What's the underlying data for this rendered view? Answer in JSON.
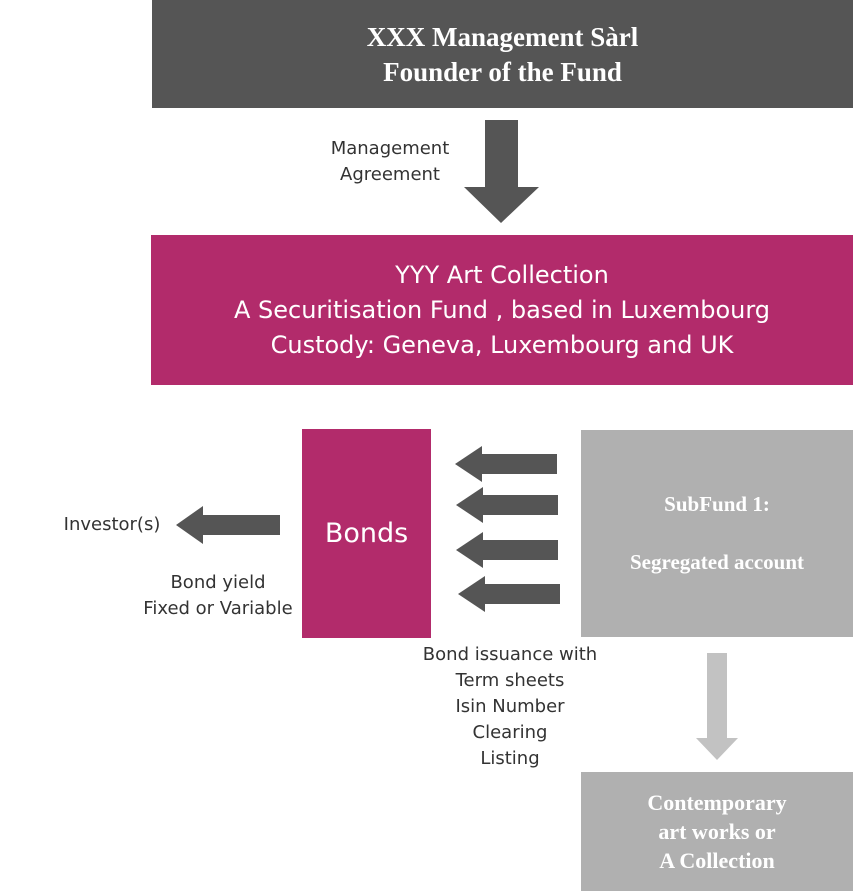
{
  "founder": {
    "line1": "XXX Management Sàrl",
    "line2": "Founder of the Fund"
  },
  "management_label": {
    "line1": "Management",
    "line2": "Agreement"
  },
  "fund": {
    "line1": "YYY Art Collection",
    "line2": "A Securitisation Fund , based in Luxembourg",
    "line3": "Custody: Geneva, Luxembourg and UK"
  },
  "bonds": {
    "label": "Bonds"
  },
  "subfund": {
    "line1": "SubFund 1:",
    "line2": "Segregated account"
  },
  "investor": {
    "label": "Investor(s)"
  },
  "bond_yield": {
    "line1": "Bond yield",
    "line2": "Fixed or Variable"
  },
  "issuance": {
    "lines": [
      "Bond issuance with",
      "Term sheets",
      "Isin Number",
      "Clearing",
      "Listing"
    ]
  },
  "collection": {
    "line1": "Contemporary",
    "line2": "art works or",
    "line3": "A Collection"
  },
  "colors": {
    "dark_gray": "#555555",
    "magenta": "#b22b6b",
    "light_gray": "#b0b0b0",
    "arrow_dark": "#555555",
    "arrow_light": "#c2c2c2"
  }
}
